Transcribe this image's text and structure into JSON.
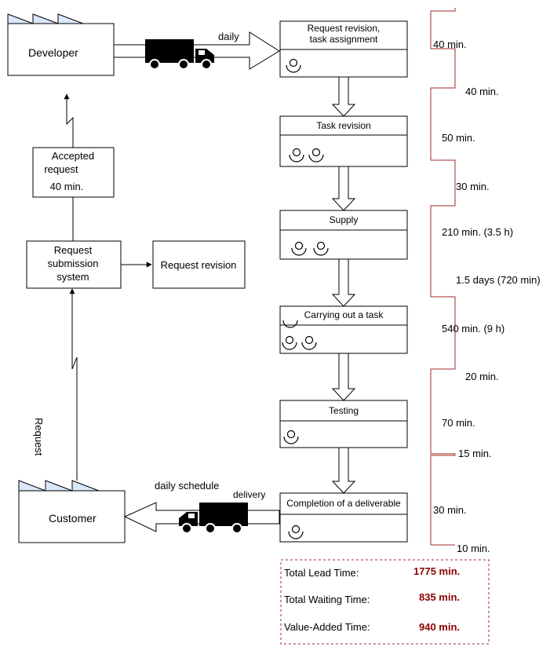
{
  "developer": {
    "label": "Developer"
  },
  "customer": {
    "label": "Customer"
  },
  "shipping_top": {
    "label": "daily"
  },
  "shipping_bottom": {
    "schedule_label": "daily schedule",
    "delivery_label": "delivery"
  },
  "accepted_request": {
    "line1": "Accepted",
    "line2": "request",
    "time": "40 min."
  },
  "request_submission": {
    "line1": "Request",
    "line2": "submission",
    "line3": "system"
  },
  "request_revision_box": {
    "label": "Request revision"
  },
  "request_arrow_label": "Request",
  "processes": [
    {
      "title_line1": "Request revision,",
      "title_line2": "task assignment",
      "operators": 1
    },
    {
      "title_line1": "Task revision",
      "title_line2": "",
      "operators": 2
    },
    {
      "title_line1": "Supply",
      "title_line2": "",
      "operators": 2
    },
    {
      "title_line1": "Carrying out a task",
      "title_line2": "",
      "operators": 2
    },
    {
      "title_line1": "Testing",
      "title_line2": "",
      "operators": 1
    },
    {
      "title_line1": "Completion of a deliverable",
      "title_line2": "",
      "operators": 1
    }
  ],
  "timeline": {
    "process_times": [
      "40 min.",
      "50 min.",
      "210 min. (3.5 h)",
      "540 min. (9 h)",
      "70 min.",
      "30 min."
    ],
    "waiting_times": [
      "40 min.",
      "30 min.",
      "1.5 days (720 min)",
      "20 min.",
      "15 min.",
      "10 min."
    ]
  },
  "summary": {
    "lead_time_label": "Total Lead Time:",
    "lead_time_value": "1775 min.",
    "waiting_time_label": "Total Waiting Time:",
    "waiting_time_value": "835 min.",
    "value_added_label": "Value-Added Time:",
    "value_added_value": "940 min.",
    "accent_color": "#8b0000"
  }
}
